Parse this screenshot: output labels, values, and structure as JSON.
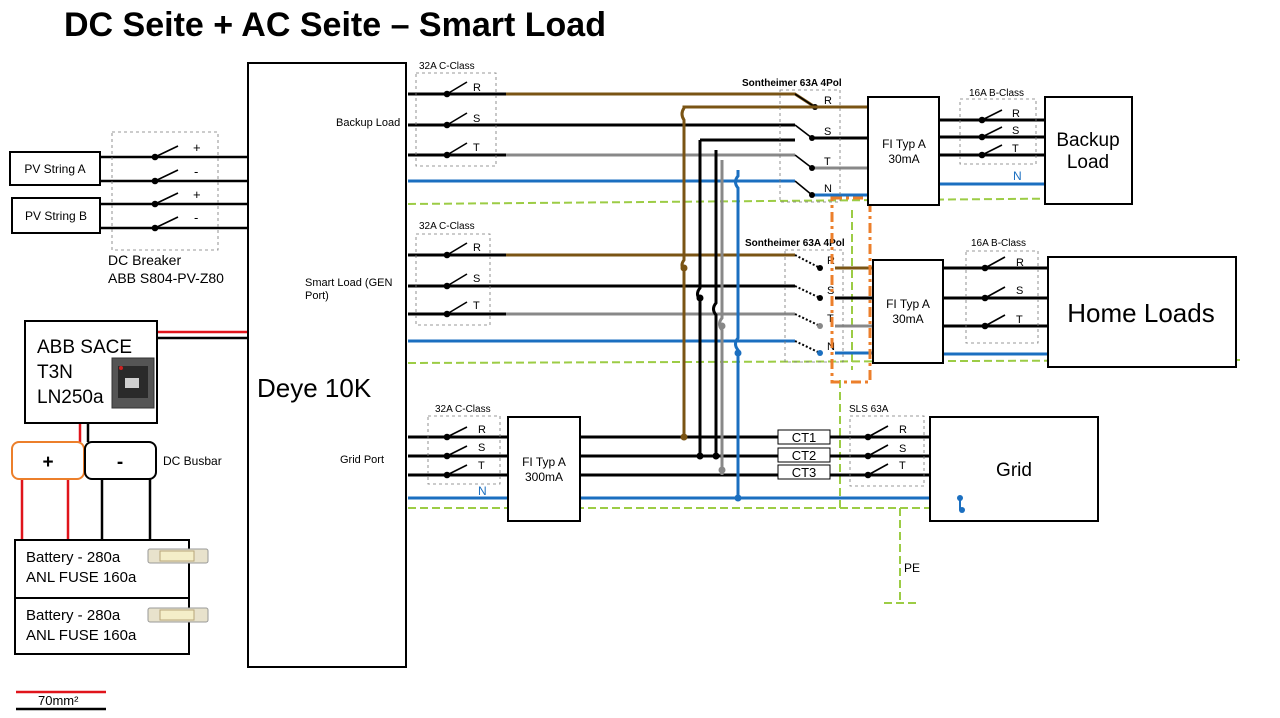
{
  "title": "DC Seite + AC Seite – Smart Load",
  "inverter": {
    "label": "Deye 10K"
  },
  "ports": {
    "backup_load": "Backup Load",
    "smart_load": "Smart Load (GEN Port)",
    "grid_port": "Grid Port"
  },
  "pv": {
    "string_a": "PV String A",
    "string_b": "PV String B",
    "plus": "+",
    "minus": "-",
    "breaker_line1": "DC Breaker",
    "breaker_line2": "ABB S804-PV-Z80"
  },
  "abb_sace": {
    "line1": "ABB SACE",
    "line2": "T3N",
    "line3": "LN250a"
  },
  "busbar": {
    "plus": "+",
    "minus": "-",
    "label": "DC Busbar"
  },
  "batteries": [
    {
      "line1": "Battery - 280a",
      "line2": "ANL FUSE 160a"
    },
    {
      "line1": "Battery - 280a",
      "line2": "ANL FUSE 160a"
    }
  ],
  "breakers": {
    "c32_backup": "32A C-Class",
    "c32_smart": "32A C-Class",
    "c32_grid": "32A C-Class",
    "b16_backup": "16A B-Class",
    "b16_home": "16A B-Class",
    "sls": "SLS 63A"
  },
  "sontheimer": {
    "backup": "Sontheimer 63A 4Pol",
    "smart": "Sontheimer 63A 4Pol"
  },
  "rcd": {
    "backup_line1": "FI Typ A",
    "backup_line2": "30mA",
    "home_line1": "FI Typ A",
    "home_line2": "30mA",
    "grid_line1": "FI Typ A",
    "grid_line2": "300mA"
  },
  "phases": {
    "r": "R",
    "s": "S",
    "t": "T",
    "n": "N"
  },
  "loads": {
    "backup_line1": "Backup",
    "backup_line2": "Load",
    "home": "Home Loads",
    "grid": "Grid"
  },
  "ct": [
    "CT1",
    "CT2",
    "CT3"
  ],
  "pe": "PE",
  "legend": {
    "cable": "70mm²"
  },
  "colors": {
    "phase_r": "#7a5414",
    "phase_s": "#000000",
    "phase_t": "#888888",
    "neutral": "#1b6fc0",
    "pe": "#9ccc45",
    "dc_positive": "#e0141b",
    "highlight": "#ec7f2b"
  }
}
